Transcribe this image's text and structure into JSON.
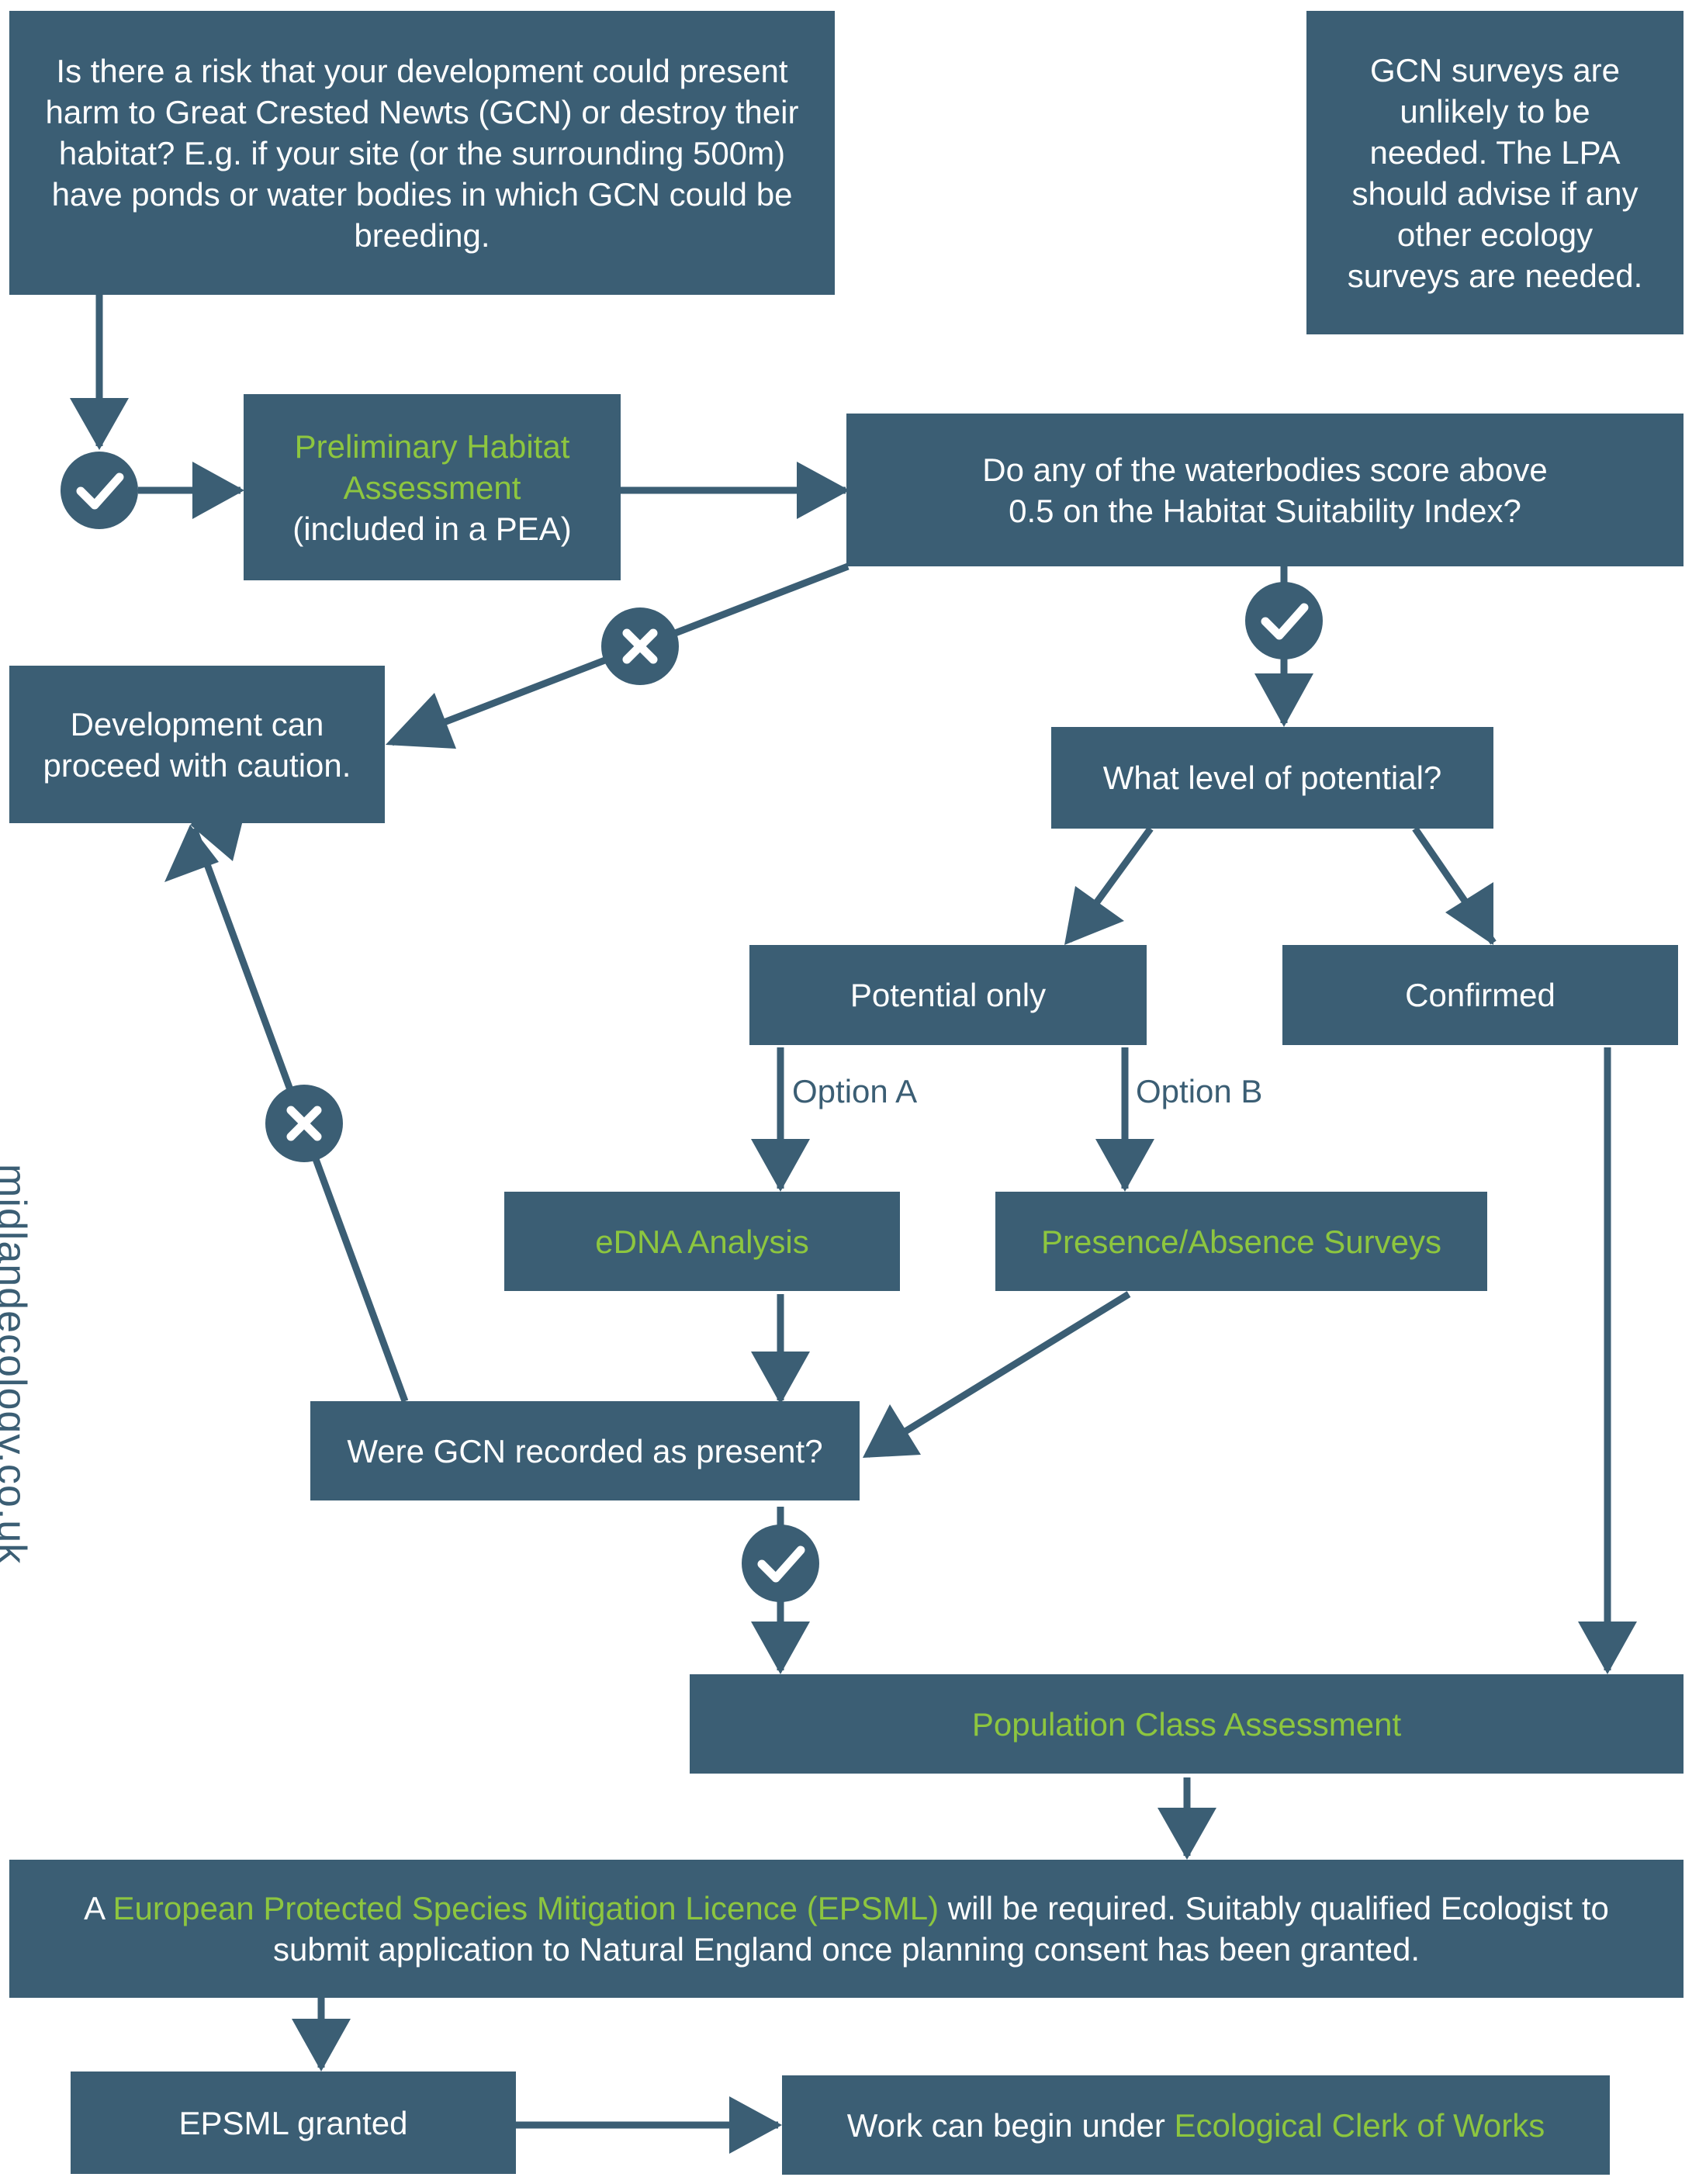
{
  "nodes": {
    "risk_question": "Is there a risk that your development could present harm to Great Crested Newts (GCN) or destroy their habitat?  E.g. if your site (or the surrounding 500m) have ponds or water bodies in which GCN could be breeding.",
    "surveys_unlikely": "GCN surveys are unlikely to be needed. The LPA should advise if any other ecology surveys are needed.",
    "pha_line1": "Preliminary Habitat Assessment",
    "pha_line2": "(included in a PEA)",
    "hsi_question": "Do any of the waterbodies score above 0.5 on the Habitat Suitability Index?",
    "proceed_caution": "Development can proceed with caution.",
    "potential_level": "What level of potential?",
    "potential_only": "Potential only",
    "confirmed": "Confirmed",
    "edna": "eDNA Analysis",
    "presence_absence": "Presence/Absence Surveys",
    "gcn_recorded": "Were GCN recorded as present?",
    "population_class": "Population Class Assessment",
    "epsml_prefix": "A ",
    "epsml_highlight": "European Protected Species Mitigation Licence (EPSML)",
    "epsml_rest": " will be required. Suitably qualified Ecologist to submit application to Natural England once planning consent has been granted.",
    "epsml_granted": "EPSML granted",
    "work_prefix": "Work can begin under ",
    "work_highlight": "Ecological Clerk of Works"
  },
  "edge_labels": {
    "option_a": "Option A",
    "option_b": "Option B"
  },
  "watermark": "midlandecology.co.uk",
  "colors": {
    "box": "#3b5e74",
    "highlight": "#8dc63f",
    "text": "#ffffff",
    "background": "#ffffff"
  }
}
